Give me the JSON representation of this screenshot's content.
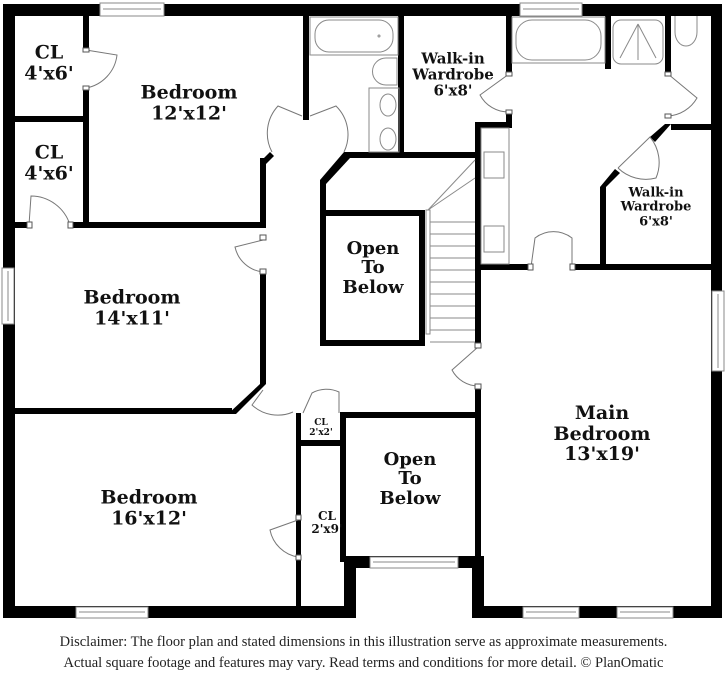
{
  "colors": {
    "wall": "#000000",
    "fixture_line": "#9a9a9a",
    "text": "#111111",
    "background": "#ffffff"
  },
  "rooms": {
    "closet_top": {
      "name": "CL",
      "size": "4'x6'"
    },
    "closet_mid": {
      "name": "CL",
      "size": "4'x6'"
    },
    "bedroom_1": {
      "name": "Bedroom",
      "size": "12'x12'"
    },
    "bedroom_2": {
      "name": "Bedroom",
      "size": "14'x11'"
    },
    "bedroom_3": {
      "name": "Bedroom",
      "size": "16'x12'"
    },
    "wardrobe_1": {
      "line1": "Walk-in",
      "line2": "Wardrobe",
      "size": "6'x8'"
    },
    "wardrobe_2": {
      "line1": "Walk-in",
      "line2": "Wardrobe",
      "size": "6'x8'"
    },
    "open_to_below_1": {
      "line1": "Open",
      "line2": "To",
      "line3": "Below"
    },
    "open_to_below_2": {
      "line1": "Open",
      "line2": "To",
      "line3": "Below"
    },
    "closet_small": {
      "name": "CL",
      "size": "2'x2'"
    },
    "closet_hall": {
      "name": "CL",
      "size": "2'x9'"
    },
    "main_bedroom": {
      "line1": "Main",
      "line2": "Bedroom",
      "size": "13'x19'"
    }
  },
  "disclaimer": {
    "line1": "Disclaimer: The floor plan and stated dimensions in this illustration serve as approximate measurements.",
    "line2": "Actual square footage and features may vary. Read terms and conditions for more detail. © PlanOmatic"
  }
}
